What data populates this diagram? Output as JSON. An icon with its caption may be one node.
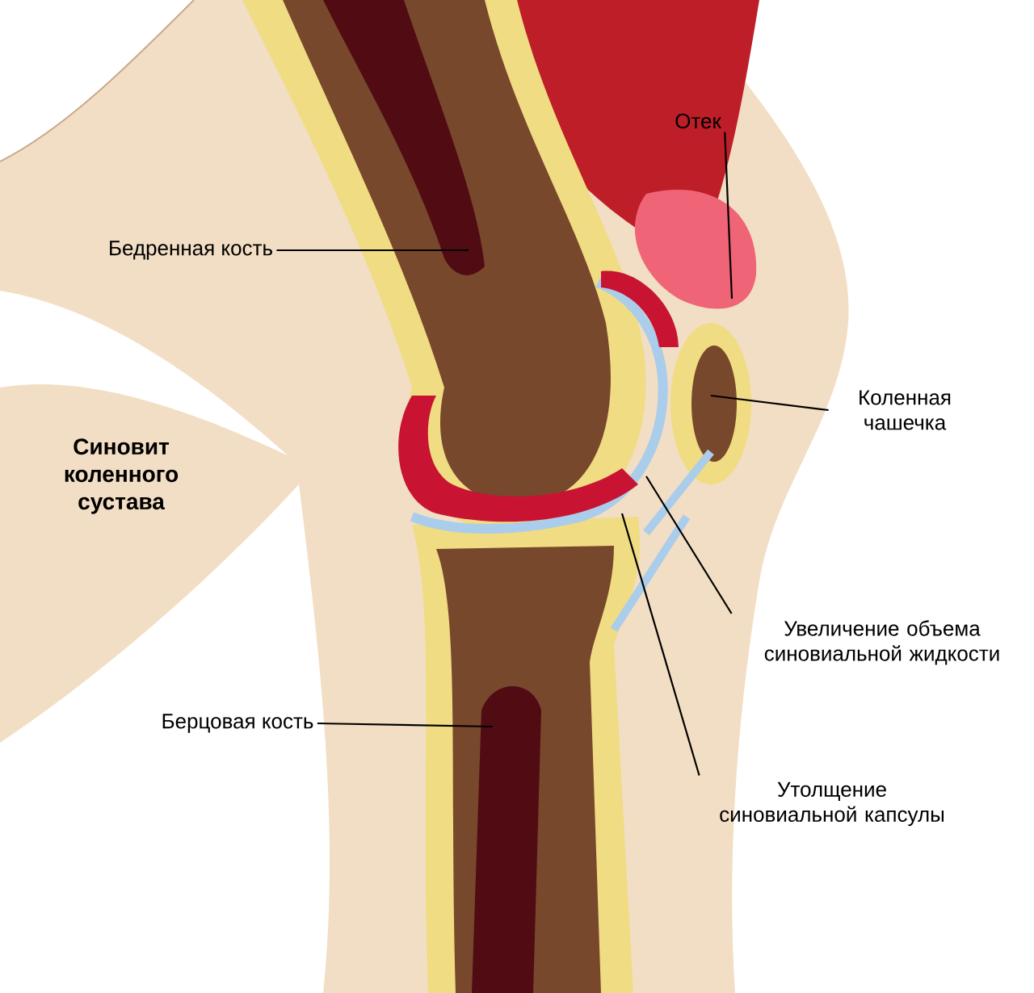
{
  "diagram": {
    "title": "Синовит коленного сустава",
    "nodes": [
      {
        "text": [
          "Бедренная кость"
        ]
      },
      {
        "text": [
          "Отек"
        ]
      },
      {
        "text": [
          "Коленная чашечка"
        ]
      },
      {
        "text": [
          "Увеличение объема синовиальной жидкости"
        ]
      },
      {
        "text": [
          "Утолщение синовиальной капсулы"
        ]
      },
      {
        "text": [
          "Берцовая кость"
        ]
      }
    ],
    "edges": [
      {
        "from": 0,
        "to": null,
        "arrow": "none"
      },
      {
        "from": 1,
        "to": null,
        "arrow": "none"
      },
      {
        "from": 2,
        "to": null,
        "arrow": "none"
      },
      {
        "from": 3,
        "to": null,
        "arrow": "none"
      },
      {
        "from": 4,
        "to": null,
        "arrow": "none"
      },
      {
        "from": 5,
        "to": null,
        "arrow": "none"
      }
    ]
  }
}
